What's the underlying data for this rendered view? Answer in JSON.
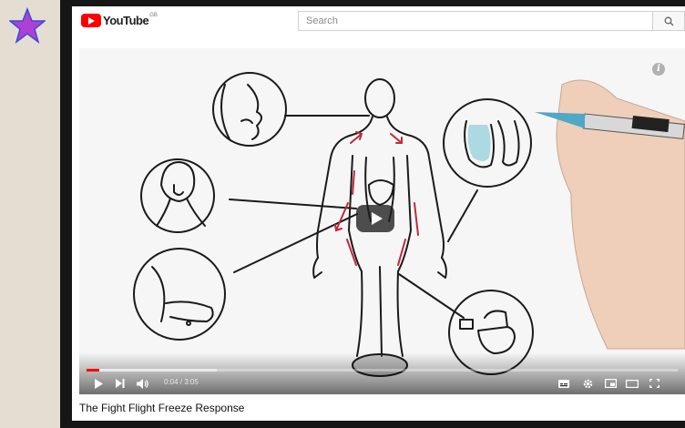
{
  "decoration": {
    "star_color": "#b03fd6",
    "star_outline": "#3a4bd0",
    "star_icon": "star-icon"
  },
  "header": {
    "logo_text": "YouTube",
    "logo_region": "GB",
    "search_placeholder": "Search",
    "search_icon": "search-icon",
    "brand_color": "#ff0000"
  },
  "video": {
    "time_current": "0:04",
    "time_separator": " / ",
    "time_total": "3:05",
    "progress_fraction": 0.022,
    "buffered_fraction": 0.22,
    "info_label": "i",
    "controls_left": [
      "play-icon",
      "next-icon",
      "volume-icon"
    ],
    "controls_right": [
      "subtitles-icon",
      "settings-icon",
      "miniplayer-icon",
      "theater-icon",
      "fullscreen-icon"
    ]
  },
  "title": "The Fight Flight Freeze Response"
}
